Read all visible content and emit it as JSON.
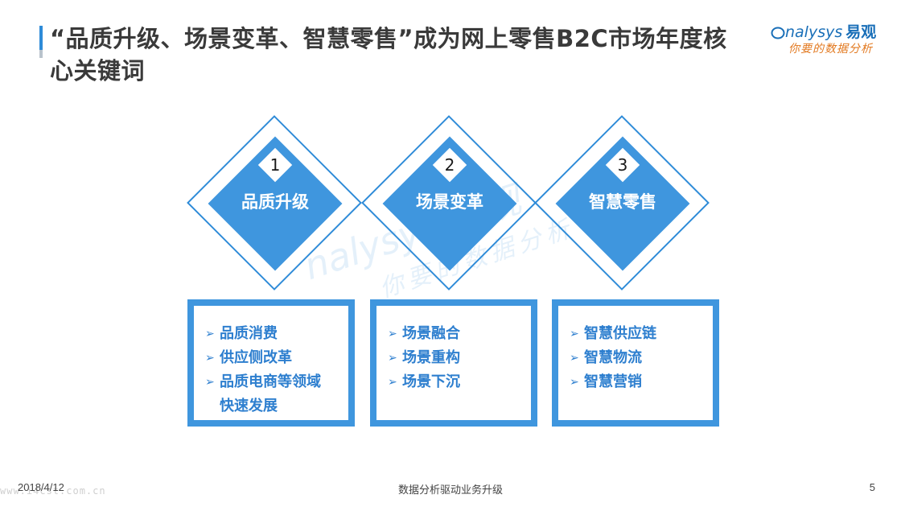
{
  "title": "“品质升级、场景变革、智慧零售”成为网上零售B2C市场年度核心关键词",
  "logo": {
    "brand": "nalysys",
    "brand_cn": "易观",
    "tagline": "你要的数据分析"
  },
  "diamonds": [
    {
      "number": "1",
      "label": "品质升级"
    },
    {
      "number": "2",
      "label": "场景变革"
    },
    {
      "number": "3",
      "label": "智慧零售"
    }
  ],
  "boxes": [
    {
      "items": [
        "品质消费",
        "供应侧改革",
        "品质电商等领域",
        "快速发展"
      ]
    },
    {
      "items": [
        "场景融合",
        "场景重构",
        "场景下沉"
      ]
    },
    {
      "items": [
        "智慧供应链",
        "智慧物流",
        "智慧营销"
      ]
    }
  ],
  "bullet_glyph": "➢",
  "watermark": {
    "line1": "nalysys 易观",
    "line2": "你要的数据分析"
  },
  "footer": {
    "date": "2018/4/12",
    "website": "www.i4cst.com.cn",
    "center": "数据分析驱动业务升级",
    "page": "5"
  },
  "colors": {
    "accent_blue": "#3f96de",
    "title_text": "#3a3a3a",
    "list_text": "#2e7fcf",
    "tagline_orange": "#e2781e"
  }
}
